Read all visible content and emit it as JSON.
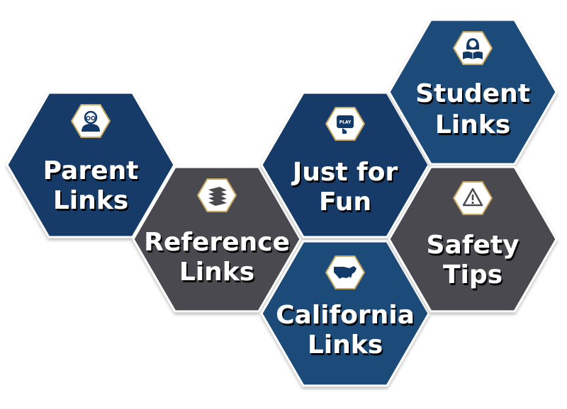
{
  "colors": {
    "navy": "#123a68",
    "blue": "#1b4b79",
    "gray": "#4a4a4f",
    "icon_badge": "#ffffff",
    "icon_ring": "#c9a961",
    "text": "#ffffff"
  },
  "tiles": [
    {
      "id": "parent",
      "line1": "Parent",
      "line2": "Links",
      "icon": "person-glasses-icon"
    },
    {
      "id": "reference",
      "line1": "Reference",
      "line2": "Links",
      "icon": "stacked-books-icon"
    },
    {
      "id": "fun",
      "line1": "Just for",
      "line2": "Fun",
      "icon": "play-button-icon",
      "icon_text": "PLAY"
    },
    {
      "id": "student",
      "line1": "Student",
      "line2": "Links",
      "icon": "student-reading-icon"
    },
    {
      "id": "california",
      "line1": "California",
      "line2": "Links",
      "icon": "usa-map-icon"
    },
    {
      "id": "safety",
      "line1": "Safety",
      "line2": "Tips",
      "icon": "warning-triangle-icon"
    }
  ]
}
